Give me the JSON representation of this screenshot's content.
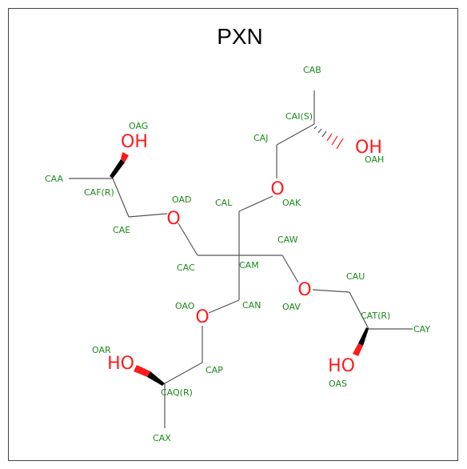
{
  "title": "PXN",
  "oxygen_glyphs": {
    "ring_o": "O",
    "hydroxyl": "OH",
    "hydroxyl_left": "HO"
  },
  "atoms": {
    "CAB": "CAB",
    "CAI": "CAI(S)",
    "CAJ": "CAJ",
    "OAH": "OAH",
    "OAK": "OAK",
    "OAG": "OAG",
    "CAA": "CAA",
    "CAF": "CAF(R)",
    "OAD": "OAD",
    "CAE": "CAE",
    "CAL": "CAL",
    "CAC": "CAC",
    "CAM": "CAM",
    "CAW": "CAW",
    "CAU": "CAU",
    "OAO": "OAO",
    "CAN": "CAN",
    "OAV": "OAV",
    "CAT": "CAT(R)",
    "CAY": "CAY",
    "OAR": "OAR",
    "CAP": "CAP",
    "CAQ": "CAQ(R)",
    "CAX": "CAX",
    "OAS": "OAS"
  },
  "colors": {
    "carbon_label": "#1a8a1a",
    "oxygen": "#ff1a1a",
    "bond": "#555555"
  }
}
